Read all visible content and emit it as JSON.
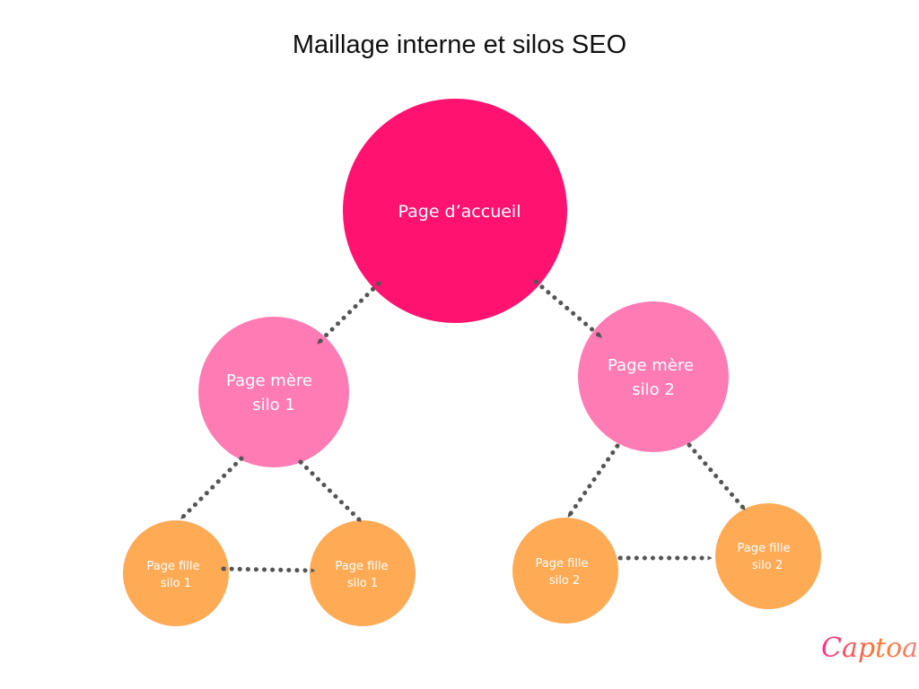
{
  "title": "Maillage interne et silos SEO",
  "nodes": {
    "home": {
      "line1": "Page d’accueil",
      "color": "#FF1270"
    },
    "mere1": {
      "line1": "Page mère",
      "line2": "silo 1",
      "color": "#FF7BB4"
    },
    "mere2": {
      "line1": "Page mère",
      "line2": "silo 2",
      "color": "#FF7BB4"
    },
    "fille1a": {
      "line1": "Page fille",
      "line2": "silo 1",
      "color": "#FFAA55"
    },
    "fille1b": {
      "line1": "Page fille",
      "line2": "silo 1",
      "color": "#FFAA55"
    },
    "fille2a": {
      "line1": "Page fille",
      "line2": "silo 2",
      "color": "#FFAA55"
    },
    "fille2b": {
      "line1": "Page fille",
      "line2": "silo 2",
      "color": "#FFAA55"
    }
  },
  "logo": "Captoa",
  "arrow_color": "#555555"
}
